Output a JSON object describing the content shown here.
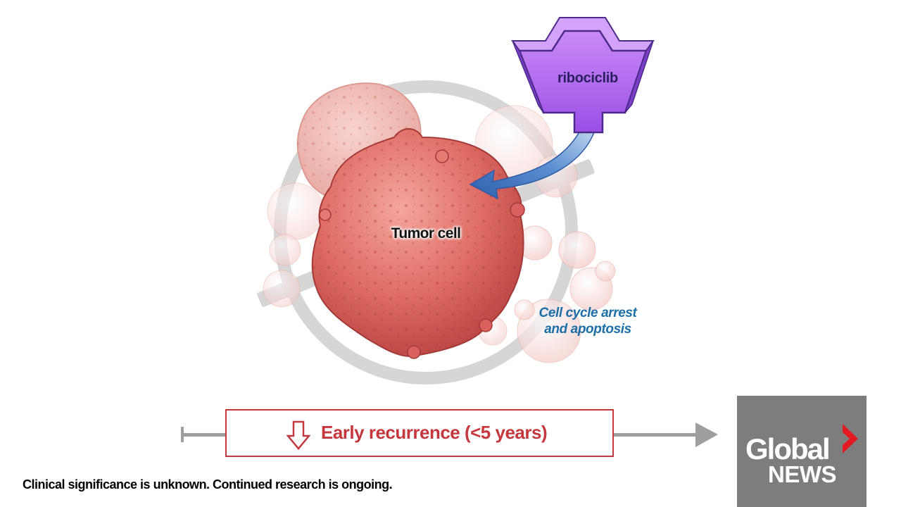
{
  "drug": {
    "label": "ribociclib"
  },
  "cell": {
    "label": "Tumor cell"
  },
  "effect": {
    "line1": "Cell cycle arrest",
    "line2": "and apoptosis"
  },
  "timeline": {
    "label": "Early recurrence (<5 years)"
  },
  "footnote": "Clinical significance is unknown. Continued research is ongoing.",
  "logo": {
    "word": "Global",
    "sub": "NEWS"
  },
  "colors": {
    "drug": "#a25ae9",
    "drug_outline": "#4c2a8a",
    "cell": "#d9625f",
    "arrow": "#3f76c0",
    "effect_text": "#1b6fa6",
    "recurrence": "#c4373d",
    "inhibit_ring": "#d6d6d6",
    "logo_bg": "#7d7d7d",
    "logo_accent": "#e21b23"
  },
  "icons": [
    "drug-block-icon",
    "inhibition-ring-icon",
    "curved-arrow-icon",
    "down-arrow-icon",
    "globalnews-chevron-icon"
  ]
}
